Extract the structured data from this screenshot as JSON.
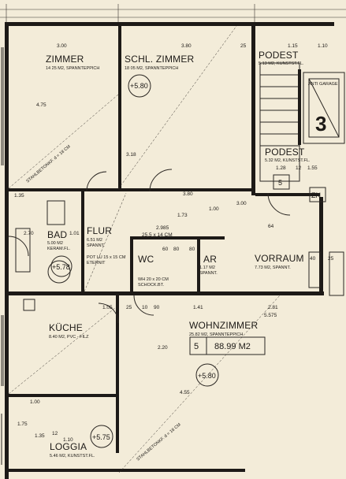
{
  "rooms": {
    "zimmer": {
      "name": "ZIMMER",
      "area": "14 25 M2, SPANNTEPPICH"
    },
    "schl_zimmer": {
      "name": "SCHL. ZIMMER",
      "area": "18 05 M2, SPANNTEPPICH",
      "level": "+5.80"
    },
    "podest_top": {
      "name": "PODEST",
      "area": "5.13 M2, KUNSTST.FL."
    },
    "podest_mid": {
      "name": "PODEST",
      "area": "5.32 M2, KUNSTST.FL."
    },
    "bad": {
      "name": "BAD",
      "area": "5.00 M2",
      "floor": "KERAM.FL.",
      "level": "+5.78"
    },
    "flur": {
      "name": "FLUR",
      "area": "6.51 M2",
      "floor": "SPANNT."
    },
    "wc": {
      "name": "WC"
    },
    "ar": {
      "name": "AR",
      "area": "1.17 M2",
      "floor": "SPANNT."
    },
    "vorraum": {
      "name": "VORRAUM",
      "area": "7.73 M2, SPANNT."
    },
    "kueche": {
      "name": "KÜCHE",
      "area": "8.40 M2, PVC - FILZ"
    },
    "wohnzimmer": {
      "name": "WOHNZIMMER",
      "area": "25.82 M2, SPANNTEPPICH",
      "level": "+5.80"
    },
    "loggia": {
      "name": "LOGGIA",
      "area": "5.46 M2, KUNSTST.FL.",
      "level": "+5.75"
    }
  },
  "unit": {
    "number": "5",
    "area": "88.99 M2"
  },
  "stair": {
    "number": "3",
    "label": "ANTI GARAGE",
    "small_num": "5",
    "zn": "ZN"
  },
  "labels": {
    "kamin": "STAHLBETONKF. d = 18 CM",
    "kamin2": "STAHLBETONKF. d = 18 CM",
    "pot": "POT LU 15 x 15 CM",
    "eternit": "ETERNIT",
    "wc_sub": "WH 20 x 20 CM",
    "wc_sub2": "SCHOCK.BT."
  },
  "dims": {
    "d300": "3.00",
    "d380": "3.80",
    "d25a": "25",
    "d475": "4.75",
    "d318": "3.18",
    "d115a": "1.15",
    "d110": "1.10",
    "d155": "1.55",
    "d128": "1.28",
    "d12": "12",
    "d135": "1.35",
    "d2985": "2.985",
    "d173": "1.73",
    "d100": "1.00",
    "d300b": "3.00",
    "d64": "64",
    "d40": "40",
    "d25b": "25",
    "d2955": "25.5 x 14 CM",
    "d270": "2.70",
    "d101": "1.01",
    "d80a": "80",
    "d60": "60",
    "d80b": "80",
    "d10": "10",
    "d90": "90",
    "d141": "1.41",
    "d5575": "5.575",
    "d281": "2.81",
    "d105": "1.05",
    "d25c": "25",
    "d455": "4.55",
    "d220": "2.20",
    "d380b": "3.80",
    "d175": "1.75",
    "d12b": "12",
    "d135b": "1.35",
    "d110b": "1.10",
    "d100b": "1.00"
  }
}
